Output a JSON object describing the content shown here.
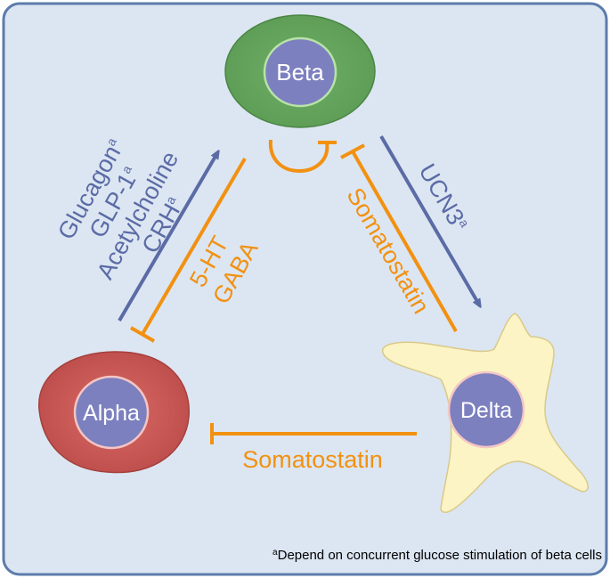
{
  "diagram": {
    "background": "#dce6f2",
    "frame_color": "#5b7bab",
    "colors": {
      "stimulatory": "#5b6ba6",
      "inhibitory": "#f29111",
      "beta_cell": "#5e9e57",
      "alpha_cell": "#c0504d",
      "delta_cell": "#fcf4c4",
      "nucleus": "#7c80bf"
    },
    "cells": {
      "beta": "Beta",
      "alpha": "Alpha",
      "delta": "Delta"
    },
    "alpha_to_beta": {
      "lines": [
        {
          "text": "Glucagon",
          "sup": "a"
        },
        {
          "text": "GLP-1",
          "sup": "a"
        },
        {
          "text": "Acetylcholine",
          "sup": ""
        },
        {
          "text": "CRH",
          "sup": "a"
        }
      ]
    },
    "beta_to_alpha": {
      "lines": [
        "5-HT",
        "GABA"
      ]
    },
    "delta_to_beta": "Somatostatin",
    "beta_to_delta": {
      "text": "UCN3",
      "sup": "a"
    },
    "delta_to_alpha": "Somatostatin",
    "footnote": {
      "sup": "a",
      "text": "Depend on concurrent glucose stimulation of beta cells"
    }
  }
}
